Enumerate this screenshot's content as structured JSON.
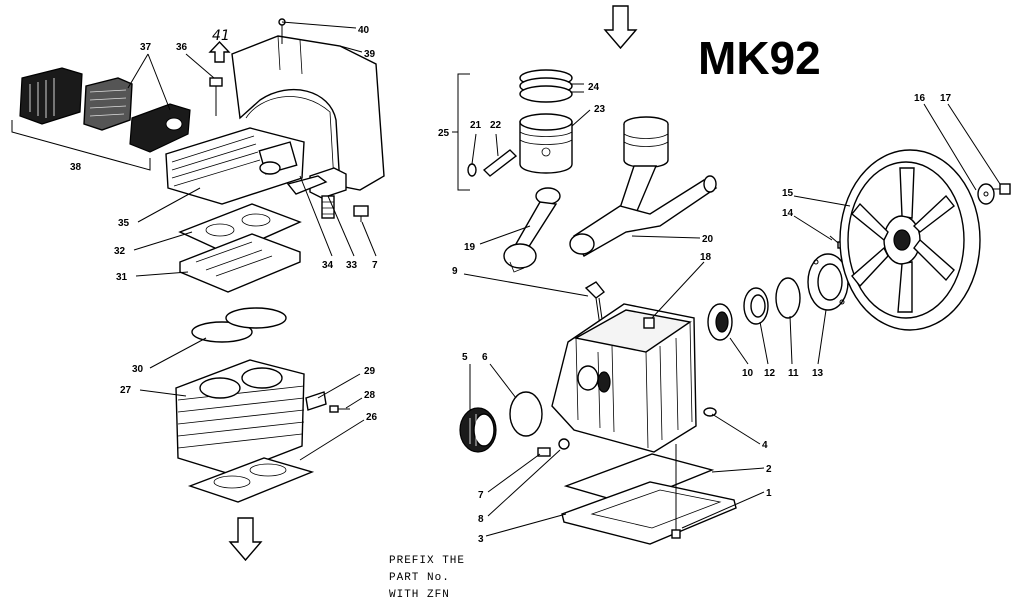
{
  "title": "MK92",
  "handwritten_mark": "41",
  "note_lines": [
    "PREFIX THE",
    "PART No.",
    "WITH ZFN"
  ],
  "callouts": [
    {
      "key": "p40",
      "text": "40"
    },
    {
      "key": "p39",
      "text": "39"
    },
    {
      "key": "p37",
      "text": "37"
    },
    {
      "key": "p36",
      "text": "36"
    },
    {
      "key": "p38",
      "text": "38"
    },
    {
      "key": "p35",
      "text": "35"
    },
    {
      "key": "p32",
      "text": "32"
    },
    {
      "key": "p31",
      "text": "31"
    },
    {
      "key": "p34",
      "text": "34"
    },
    {
      "key": "p33",
      "text": "33"
    },
    {
      "key": "p7a",
      "text": "7"
    },
    {
      "key": "p30",
      "text": "30"
    },
    {
      "key": "p27",
      "text": "27"
    },
    {
      "key": "p29",
      "text": "29"
    },
    {
      "key": "p28",
      "text": "28"
    },
    {
      "key": "p26",
      "text": "26"
    },
    {
      "key": "p24",
      "text": "24"
    },
    {
      "key": "p23",
      "text": "23"
    },
    {
      "key": "p25",
      "text": "25"
    },
    {
      "key": "p21",
      "text": "21"
    },
    {
      "key": "p22",
      "text": "22"
    },
    {
      "key": "p19",
      "text": "19"
    },
    {
      "key": "p20",
      "text": "20"
    },
    {
      "key": "p16",
      "text": "16"
    },
    {
      "key": "p17",
      "text": "17"
    },
    {
      "key": "p15",
      "text": "15"
    },
    {
      "key": "p14",
      "text": "14"
    },
    {
      "key": "p9",
      "text": "9"
    },
    {
      "key": "p18",
      "text": "18"
    },
    {
      "key": "p5",
      "text": "5"
    },
    {
      "key": "p6",
      "text": "6"
    },
    {
      "key": "p10",
      "text": "10"
    },
    {
      "key": "p12",
      "text": "12"
    },
    {
      "key": "p11",
      "text": "11"
    },
    {
      "key": "p13",
      "text": "13"
    },
    {
      "key": "p4",
      "text": "4"
    },
    {
      "key": "p2",
      "text": "2"
    },
    {
      "key": "p1",
      "text": "1"
    },
    {
      "key": "p7b",
      "text": "7"
    },
    {
      "key": "p8",
      "text": "8"
    },
    {
      "key": "p3",
      "text": "3"
    }
  ]
}
